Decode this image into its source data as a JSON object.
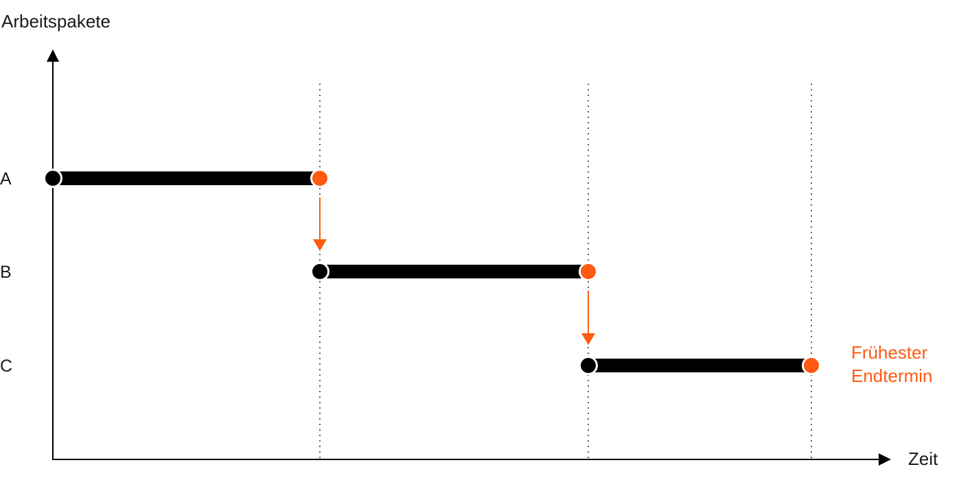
{
  "axes": {
    "y_title": "Arbeitspakete",
    "x_title": "Zeit"
  },
  "colors": {
    "bar": "#000000",
    "start_marker": "#000000",
    "end_marker": "#ff5a10",
    "dependency_arrow": "#ff5a10",
    "note": "#ff5a10",
    "axis": "#000000",
    "gridline": "#333333"
  },
  "tasks": [
    {
      "label": "A",
      "start": 0,
      "end": 1
    },
    {
      "label": "B",
      "start": 1,
      "end": 2
    },
    {
      "label": "C",
      "start": 2,
      "end": 3
    }
  ],
  "dependencies": [
    {
      "from": "A",
      "to": "B"
    },
    {
      "from": "B",
      "to": "C"
    }
  ],
  "end_note": {
    "line1": "Frühester",
    "line2": "Endtermin"
  }
}
